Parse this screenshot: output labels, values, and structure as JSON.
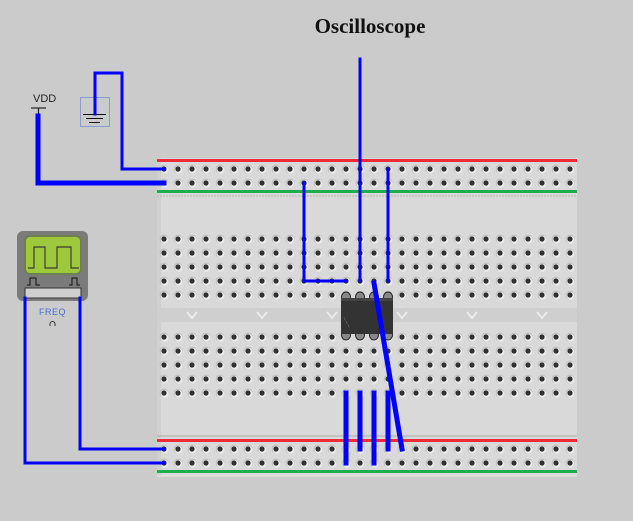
{
  "title": "Oscilloscope",
  "power": {
    "label": "VDD"
  },
  "ground": {
    "icon": "ground-icon"
  },
  "function_generator": {
    "label": "FREQ",
    "icon": "square-wave-icon"
  },
  "ic_chip": {
    "pins": 8,
    "package": "DIP-8"
  },
  "breadboard": {
    "columns": 30,
    "rail_rows": 2,
    "terminal_rows": 5
  },
  "colors": {
    "background": "#cbcbcb",
    "board": "#dadada",
    "wire": "#0000ff",
    "rail_positive": "#ee2b36",
    "rail_negative": "#1fae4b",
    "hole": "#303030",
    "chip": "#333333"
  }
}
